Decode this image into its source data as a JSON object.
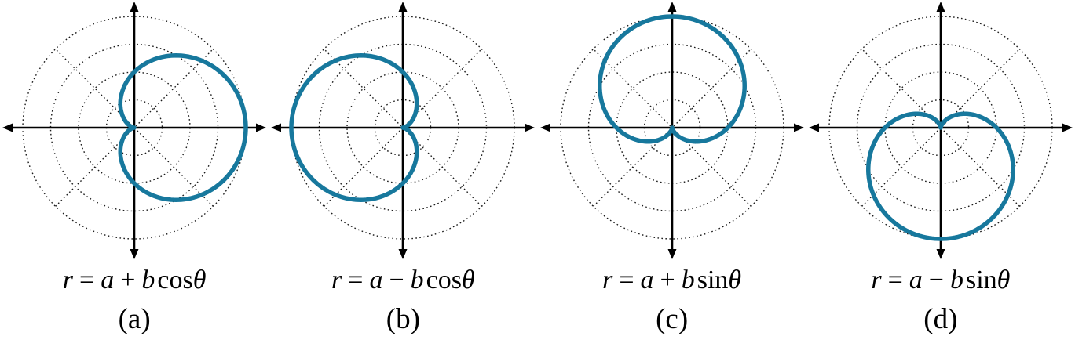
{
  "figure": {
    "description": "Four polar plots showing the four orientations of a cardioid (limacon) depending on the sign and trig function in its polar equation",
    "panel_count": 4
  },
  "colors": {
    "curve": "#17789D",
    "axis": "#000000",
    "grid_dots": "#1b1b1b",
    "background": "#ffffff",
    "text": "#000000"
  },
  "chart_data": [
    {
      "type": "line",
      "coordinate_system": "polar",
      "curve": "cardioid",
      "caption": "(a)",
      "equation": "r = a + bcosθ",
      "formula_parts": {
        "r": "r",
        "eq": "=",
        "a": "a",
        "op": "+",
        "b": "b",
        "fn": "cos",
        "theta": "θ"
      },
      "params": {
        "a": 2,
        "b": 2,
        "sign": 1,
        "trig": "cos"
      },
      "r_max": 4,
      "orientation": "opens right, cusp at origin pointing left",
      "key_points": {
        "r_at_0deg": 4,
        "r_at_90deg": 2,
        "r_at_180deg": 0,
        "r_at_270deg": 2
      },
      "grid": {
        "ring_radii": [
          1,
          2,
          3,
          4
        ],
        "diagonal_spokes_deg": [
          45,
          135
        ],
        "axes_deg": [
          0,
          90
        ],
        "style": "dotted",
        "legend": "none"
      }
    },
    {
      "type": "line",
      "coordinate_system": "polar",
      "curve": "cardioid",
      "caption": "(b)",
      "equation": "r = a − bcosθ",
      "formula_parts": {
        "r": "r",
        "eq": "=",
        "a": "a",
        "op": "−",
        "b": "b",
        "fn": "cos",
        "theta": "θ"
      },
      "params": {
        "a": 2,
        "b": 2,
        "sign": -1,
        "trig": "cos"
      },
      "r_max": 4,
      "orientation": "opens left, cusp at origin pointing right",
      "key_points": {
        "r_at_0deg": 0,
        "r_at_90deg": 2,
        "r_at_180deg": 4,
        "r_at_270deg": 2
      },
      "grid": {
        "ring_radii": [
          1,
          2,
          3,
          4
        ],
        "diagonal_spokes_deg": [
          45,
          135
        ],
        "axes_deg": [
          0,
          90
        ],
        "style": "dotted",
        "legend": "none"
      }
    },
    {
      "type": "line",
      "coordinate_system": "polar",
      "curve": "cardioid",
      "caption": "(c)",
      "equation": "r = a + bsinθ",
      "formula_parts": {
        "r": "r",
        "eq": "=",
        "a": "a",
        "op": "+",
        "b": "b",
        "fn": "sin",
        "theta": "θ"
      },
      "params": {
        "a": 2,
        "b": 2,
        "sign": 1,
        "trig": "sin"
      },
      "r_max": 4,
      "orientation": "opens up, cusp at origin pointing down",
      "key_points": {
        "r_at_0deg": 2,
        "r_at_90deg": 4,
        "r_at_180deg": 2,
        "r_at_270deg": 0
      },
      "grid": {
        "ring_radii": [
          1,
          2,
          3,
          4
        ],
        "diagonal_spokes_deg": [
          45,
          135
        ],
        "axes_deg": [
          0,
          90
        ],
        "style": "dotted",
        "legend": "none"
      }
    },
    {
      "type": "line",
      "coordinate_system": "polar",
      "curve": "cardioid",
      "caption": "(d)",
      "equation": "r = a − bsinθ",
      "formula_parts": {
        "r": "r",
        "eq": "=",
        "a": "a",
        "op": "−",
        "b": "b",
        "fn": "sin",
        "theta": "θ"
      },
      "params": {
        "a": 2,
        "b": 2,
        "sign": -1,
        "trig": "sin"
      },
      "r_max": 4,
      "orientation": "opens down, cusp at origin pointing up",
      "key_points": {
        "r_at_0deg": 2,
        "r_at_90deg": 0,
        "r_at_180deg": 2,
        "r_at_270deg": 4
      },
      "grid": {
        "ring_radii": [
          1,
          2,
          3,
          4
        ],
        "diagonal_spokes_deg": [
          45,
          135
        ],
        "axes_deg": [
          0,
          90
        ],
        "style": "dotted",
        "legend": "none"
      }
    }
  ]
}
